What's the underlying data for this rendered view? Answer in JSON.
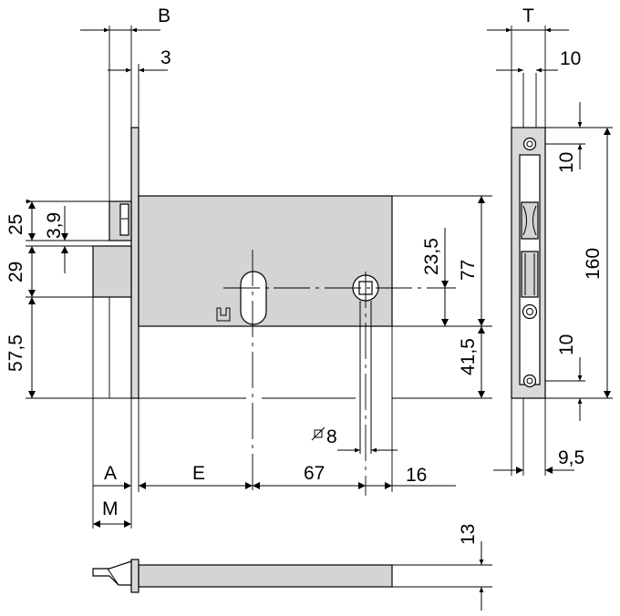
{
  "labels": {
    "B": "B",
    "three": "3",
    "T": "T",
    "ten_top": "10",
    "ten_upper": "10",
    "ten_lower": "10",
    "one_sixty": "160",
    "nine_five": "9,5",
    "twenty_five": "25",
    "three_nine": "3,9",
    "twenty_nine": "29",
    "fifty_seven_five": "57,5",
    "twenty_three_five": "23,5",
    "seventy_seven": "77",
    "forty_one_five": "41,5",
    "spindle": "8",
    "A": "A",
    "E": "E",
    "sixty_seven": "67",
    "sixteen": "16",
    "M": "M",
    "thirteen": "13"
  },
  "colors": {
    "body_fill": "#d4d4d4",
    "line": "#000000"
  }
}
